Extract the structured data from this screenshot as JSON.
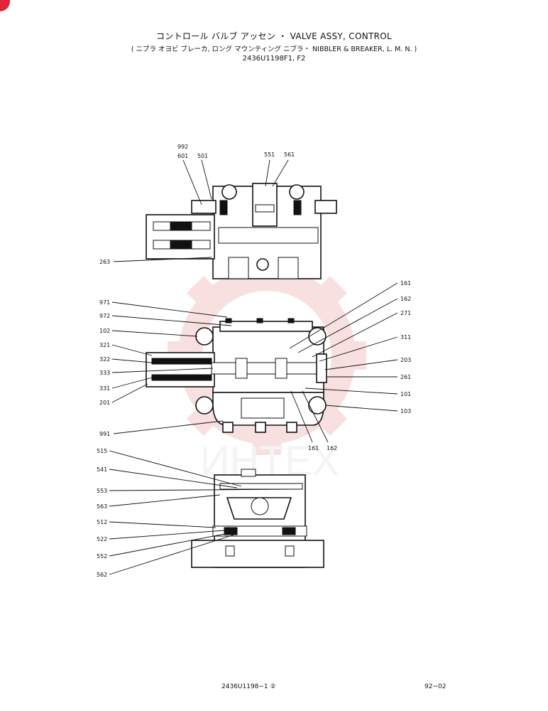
{
  "header": {
    "title": "コントロール バルブ アッセン ・ VALVE ASSY, CONTROL",
    "subtitle": "( ニブラ オヨビ ブレーカ, ロング マウンティング ニブラ・ NIBBLER & BREAKER, L. M. N. )",
    "drawing_number": "2436U1198F1, F2"
  },
  "watermark": {
    "text": "ИНТЕХ",
    "color": "#f4c7c7"
  },
  "accent_color": "#e0243a",
  "labels": {
    "top": [
      "992",
      "601",
      "501",
      "551",
      "561"
    ],
    "upper_left": [
      "263"
    ],
    "middle_left": [
      "971",
      "972",
      "102",
      "321",
      "322",
      "333",
      "331",
      "201"
    ],
    "middle_right": [
      "161",
      "162",
      "271",
      "311",
      "203",
      "261",
      "101",
      "103"
    ],
    "middle_bottom": [
      "991",
      "161",
      "162"
    ],
    "lower_left": [
      "515",
      "541",
      "553",
      "563",
      "512",
      "522",
      "552",
      "562"
    ]
  },
  "footer": {
    "code": "2436U1198−1 ②",
    "page": "92−02"
  }
}
